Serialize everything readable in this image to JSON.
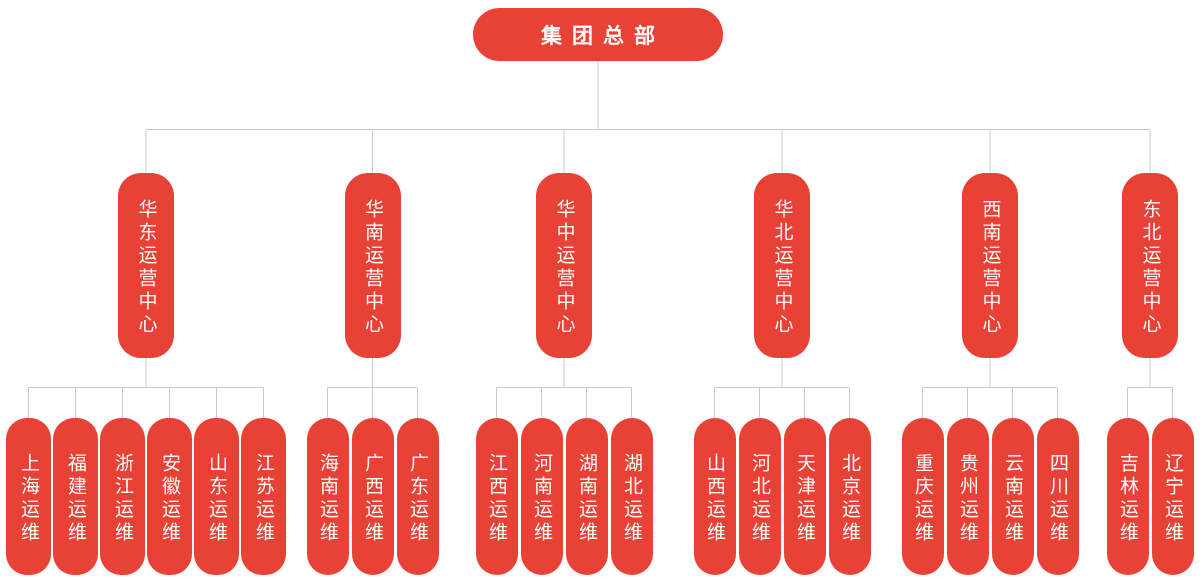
{
  "diagram": {
    "type": "org-chart",
    "root": {
      "label": "集团总部"
    },
    "children": [
      {
        "label": "华东运营中心",
        "children": [
          "上海运维",
          "福建运维",
          "浙江运维",
          "安徽运维",
          "山东运维",
          "江苏运维"
        ]
      },
      {
        "label": "华南运营中心",
        "children": [
          "海南运维",
          "广西运维",
          "广东运维"
        ]
      },
      {
        "label": "华中运营中心",
        "children": [
          "江西运维",
          "河南运维",
          "湖南运维",
          "湖北运维"
        ]
      },
      {
        "label": "华北运营中心",
        "children": [
          "山西运维",
          "河北运维",
          "天津运维",
          "北京运维"
        ]
      },
      {
        "label": "西南运营中心",
        "children": [
          "重庆运维",
          "贵州运维",
          "云南运维",
          "四川运维"
        ]
      },
      {
        "label": "东北运营中心",
        "children": [
          "吉林运维",
          "辽宁运维"
        ]
      }
    ],
    "colors": {
      "node_fill": "#e84136",
      "node_text": "#ffffff",
      "connector": "#cccccc",
      "background": "#ffffff"
    }
  }
}
